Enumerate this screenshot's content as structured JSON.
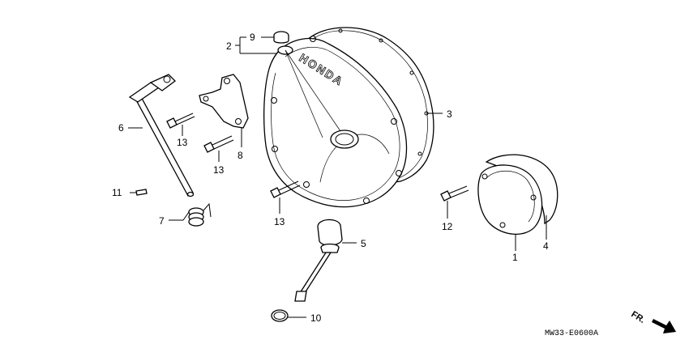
{
  "labels": {
    "p1": "1",
    "p2": "2",
    "p3": "3",
    "p4": "4",
    "p5": "5",
    "p6": "6",
    "p7": "7",
    "p8": "8",
    "p9": "9",
    "p10": "10",
    "p11": "11",
    "p12": "12",
    "p13a": "13",
    "p13b": "13",
    "p13c": "13"
  },
  "cover_logo": "HONDA",
  "direction": "FR.",
  "diagram_code": "MW33-E0600A"
}
